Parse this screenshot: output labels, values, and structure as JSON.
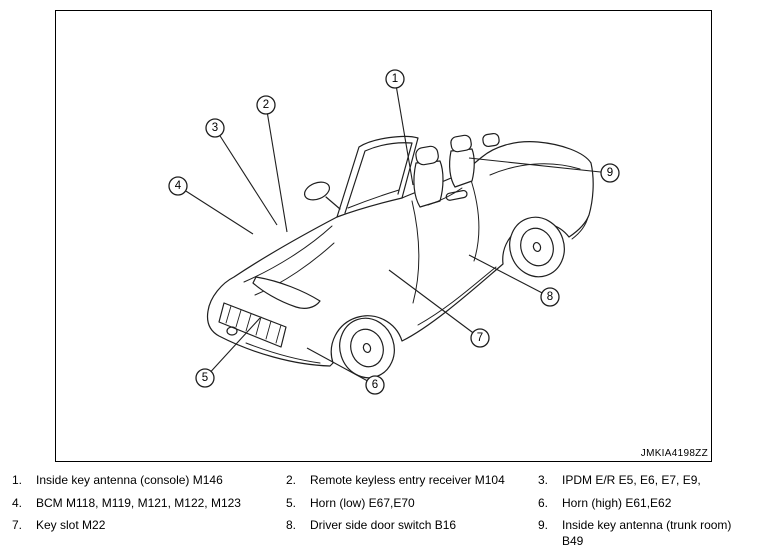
{
  "figure": {
    "watermark": "JMKIA4198ZZ",
    "callouts": [
      {
        "n": "1"
      },
      {
        "n": "2"
      },
      {
        "n": "3"
      },
      {
        "n": "4"
      },
      {
        "n": "5"
      },
      {
        "n": "6"
      },
      {
        "n": "7"
      },
      {
        "n": "8"
      },
      {
        "n": "9"
      }
    ]
  },
  "legend": {
    "items": [
      {
        "num": "1.",
        "text": "Inside key antenna (console) M146"
      },
      {
        "num": "2.",
        "text": "Remote keyless entry receiver M104"
      },
      {
        "num": "3.",
        "text": "IPDM E/R E5, E6, E7, E9,"
      },
      {
        "num": "4.",
        "text": "BCM M118, M119, M121, M122, M123"
      },
      {
        "num": "5.",
        "text": "Horn (low) E67,E70"
      },
      {
        "num": "6.",
        "text": "Horn (high) E61,E62"
      },
      {
        "num": "7.",
        "text": "Key slot M22"
      },
      {
        "num": "8.",
        "text": "Driver side door switch B16"
      },
      {
        "num": "9.",
        "text": "Inside key antenna (trunk room)",
        "text2": "B49"
      }
    ]
  }
}
